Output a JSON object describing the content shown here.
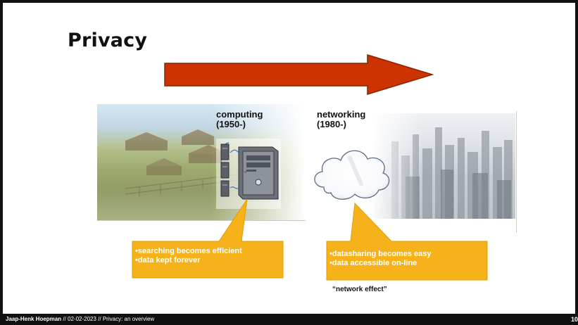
{
  "slide": {
    "title": "Privacy",
    "computing": {
      "line1": "computing",
      "line2": "(1950-)"
    },
    "networking": {
      "line1": "networking",
      "line2": "(1980-)"
    },
    "callout_left": {
      "line1": "•searching becomes efficient",
      "line2": "•data kept forever"
    },
    "callout_right": {
      "line1": "•datasharing becomes easy",
      "line2": "•data accessible on-line"
    },
    "quote": "“network effect”",
    "colors": {
      "arrow_fill": "#cc3300",
      "arrow_stroke": "#8b2500",
      "callout_fill": "#f5b21a",
      "callout_stroke": "#e39c00",
      "footer_bg": "#111111"
    }
  },
  "footer": {
    "author": "Jaap-Henk Hoepman",
    "rest": " // 02-02-2023 // Privacy: an overview",
    "page": "10"
  }
}
